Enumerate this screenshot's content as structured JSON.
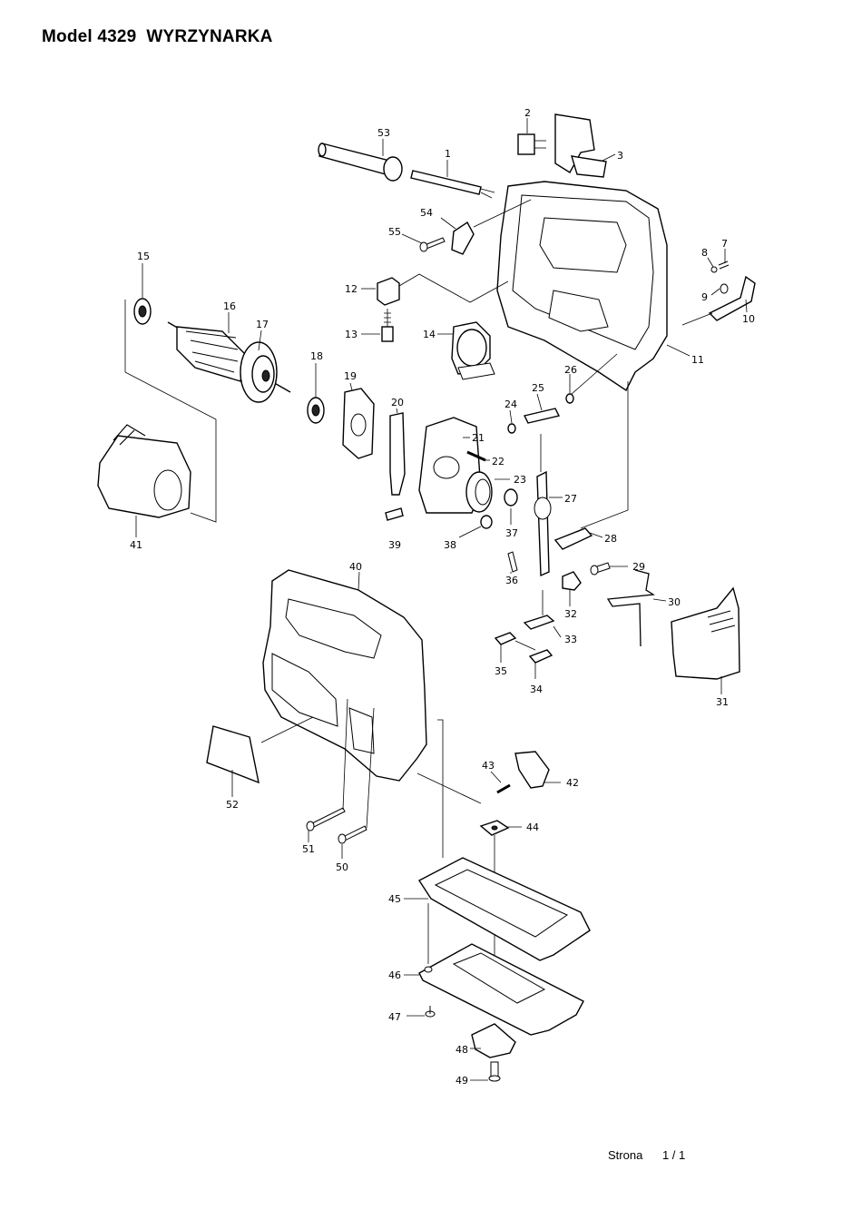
{
  "title": "Model 4329  WYRZYNARKA",
  "footer": {
    "label": "Strona",
    "page": "1 / 1"
  },
  "parts": [
    "1",
    "2",
    "3",
    "7",
    "8",
    "9",
    "10",
    "11",
    "12",
    "13",
    "14",
    "15",
    "16",
    "17",
    "18",
    "19",
    "20",
    "21",
    "22",
    "23",
    "24",
    "25",
    "26",
    "27",
    "28",
    "29",
    "30",
    "31",
    "32",
    "33",
    "34",
    "35",
    "36",
    "37",
    "38",
    "39",
    "40",
    "41",
    "42",
    "43",
    "44",
    "45",
    "46",
    "47",
    "48",
    "49",
    "50",
    "51",
    "52",
    "53",
    "54",
    "55"
  ]
}
